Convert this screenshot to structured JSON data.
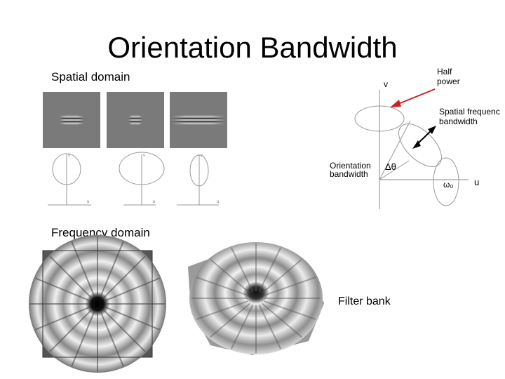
{
  "slide": {
    "title": "Orientation Bandwidth",
    "spatial_domain_label": "Spatial domain",
    "frequency_domain_label": "Frequency domain",
    "filter_bank_label": "Filter bank"
  },
  "diagram": {
    "v_axis_label": "v",
    "u_axis_label": "u",
    "half_power_label_line1": "Half",
    "half_power_label_line2": "power",
    "spatial_freq_bw_line1": "Spatial frequenc",
    "spatial_freq_bw_line2": "bandwidth",
    "orientation_bw_line1": "Orientation",
    "orientation_bw_line2": "bandwidth",
    "delta_theta_label": "Δθ",
    "omega0_label": "ω₀",
    "arrow_color": "#cc2222"
  },
  "thumbnails": {
    "small_axis_label_v": "v",
    "small_axis_label_u": "u"
  }
}
